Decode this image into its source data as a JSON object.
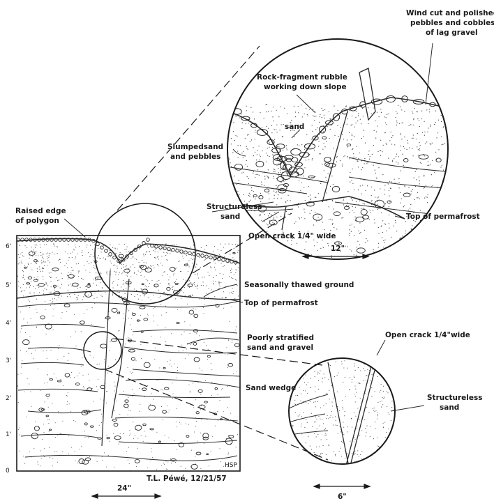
{
  "labels": {
    "wind_cut_1": "Wind cut and polished",
    "wind_cut_2": "pebbles and cobbles",
    "wind_cut_3": "of lag gravel",
    "rubble_1": "Rock-fragment rubble",
    "rubble_2": "working down slope",
    "sand": "sand",
    "slumped_1": "Slumpedsand",
    "slumped_2": "and pebbles",
    "raised_1": "Raised edge",
    "raised_2": "of polygon",
    "structureless_left_1": "Structureless",
    "structureless_left_2": "sand",
    "top_permafrost_upper": "Top of permafrost",
    "open_crack_upper": "Open crack 1/4\" wide",
    "scale_12": "12\"",
    "seasonally_thawed": "Seasonally thawed ground",
    "top_permafrost_main": "Top of permafrost",
    "poorly_1": "Poorly stratified",
    "poorly_2": "sand and gravel",
    "open_crack_lower": "Open crack 1/4\"wide",
    "sand_wedge": "Sand wedge",
    "structureless_right_1": "Structureless",
    "structureless_right_2": "sand",
    "scale_6": "6\"",
    "scale_24": "24\"",
    "author": "T.L. Péwé, 12/21/57",
    "initials": "HSP"
  },
  "depth_ticks": [
    "6'",
    "5'",
    "4'",
    "3'",
    "2'",
    "1'",
    "0"
  ]
}
